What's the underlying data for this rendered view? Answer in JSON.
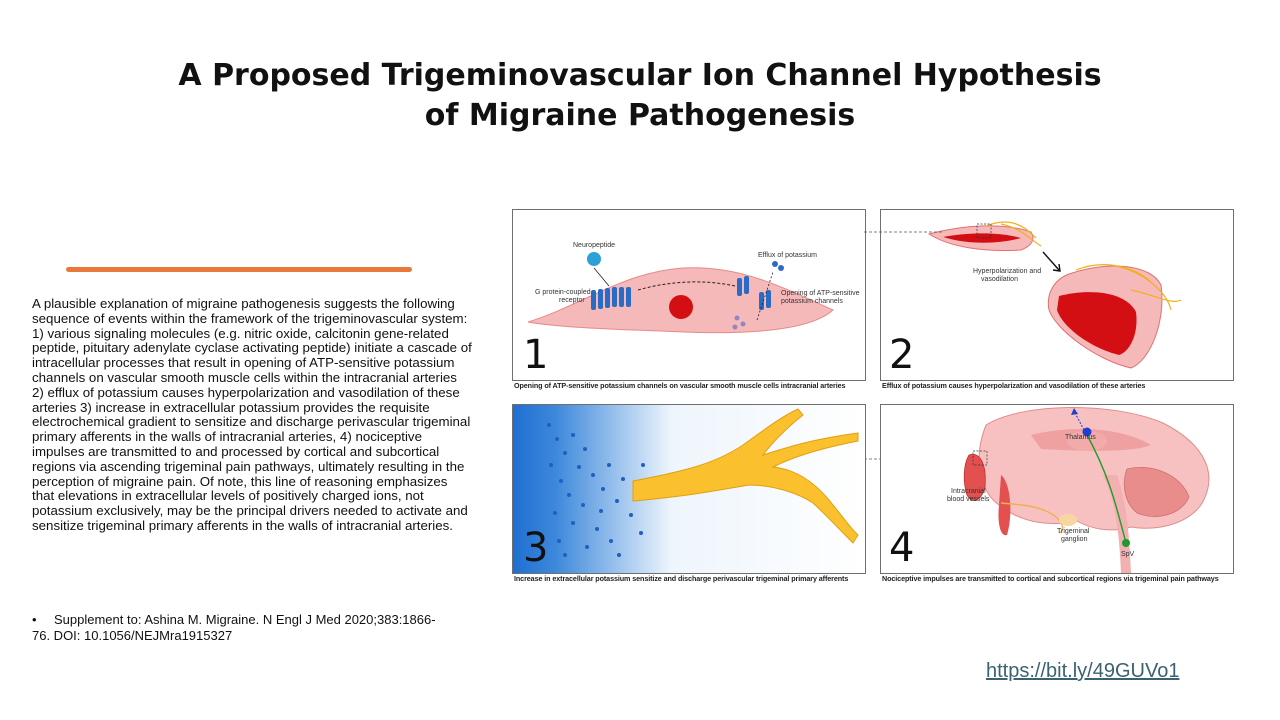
{
  "slide": {
    "title_line1": "A Proposed Trigeminovascular Ion Channel Hypothesis",
    "title_line2": "of Migraine Pathogenesis",
    "body": "A plausible explanation of migraine pathogenesis suggests the following sequence of events within the framework of the trigeminovascular system: 1) various signaling molecules (e.g. nitric oxide, calcitonin gene-related peptide, pituitary adenylate cyclase activating peptide) initiate a cascade of intracellular processes that result in opening of ATP-sensitive potassium channels on vascular smooth muscle cells within the intracranial arteries 2) efflux of potassium causes hyperpolarization and vasodilation of these arteries 3) increase in extracellular potassium provides the requisite electrochemical gradient to sensitize and discharge perivascular trigeminal primary afferents in the walls of intracranial arteries, 4) nociceptive impulses are transmitted to and processed by cortical and subcortical regions via ascending trigeminal pain pathways, ultimately resulting in the perception of migraine pain. Of note, this line of reasoning emphasizes that elevations in extracellular levels of positively charged ions, not potassium exclusively, may be the principal drivers needed to activate and sensitize trigeminal primary afferents in the walls of intracranial arteries.",
    "reference_bullet": "•",
    "reference": "Supplement to: Ashina M. Migraine. N Engl J Med 2020;383:1866-76. DOI: 10.1056/NEJMra1915327",
    "link": "https://bit.ly/49GUVo1",
    "accent_color": "#e8793a"
  },
  "panels": [
    {
      "number": "1",
      "caption": "Opening of ATP-sensitive potassium channels on vascular smooth muscle cells intracranial arteries",
      "labels": {
        "neuropeptide": "Neuropeptide",
        "receptor_1": "G protein-coupled",
        "receptor_2": "receptor",
        "efflux": "Efflux of potassium",
        "channels_1": "Opening of ATP-sensitive",
        "channels_2": "potassium channels"
      }
    },
    {
      "number": "2",
      "caption": "Efflux of potassium causes hyperpolarization and vasodilation of these arteries",
      "labels": {
        "hyper_1": "Hyperpolarization and",
        "hyper_2": "vasodilation"
      }
    },
    {
      "number": "3",
      "caption": "Increase in extracellular potassium  sensitize and discharge perivascular trigeminal primary afferents",
      "labels": {}
    },
    {
      "number": "4",
      "caption": "Nociceptive impulses are transmitted to cortical and subcortical regions via trigeminal pain pathways",
      "labels": {
        "thalamus": "Thalamus",
        "vessels_1": "Intracranial",
        "vessels_2": "blood vessels",
        "ganglion_1": "Trigeminal",
        "ganglion_2": "ganglion",
        "spv": "SpV"
      }
    }
  ]
}
